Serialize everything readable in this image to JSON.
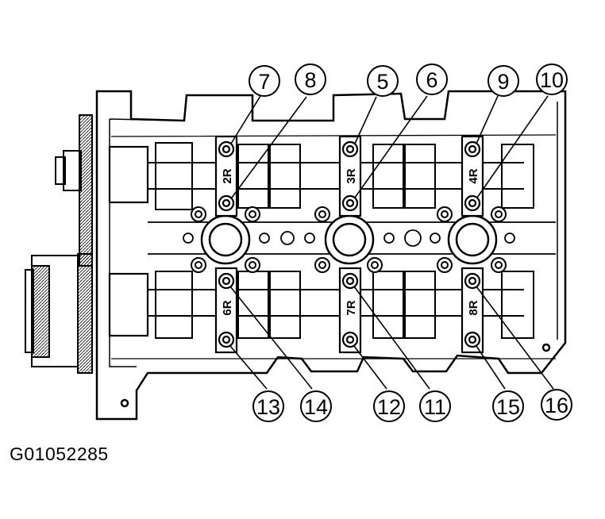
{
  "figure": {
    "id_label": "G01052285"
  },
  "callouts": [
    {
      "number": "7",
      "target": "bolt-7"
    },
    {
      "number": "8",
      "target": "bolt-8"
    },
    {
      "number": "5",
      "target": "bolt-5"
    },
    {
      "number": "6",
      "target": "bolt-6"
    },
    {
      "number": "9",
      "target": "bolt-9"
    },
    {
      "number": "10",
      "target": "bolt-10"
    },
    {
      "number": "13",
      "target": "bolt-13"
    },
    {
      "number": "14",
      "target": "bolt-14"
    },
    {
      "number": "12",
      "target": "bolt-12"
    },
    {
      "number": "11",
      "target": "bolt-11"
    },
    {
      "number": "15",
      "target": "bolt-15"
    },
    {
      "number": "16",
      "target": "bolt-16"
    }
  ],
  "bearing_caps": [
    {
      "label": "2R"
    },
    {
      "label": "3R"
    },
    {
      "label": "4R"
    },
    {
      "label": "6R"
    },
    {
      "label": "7R"
    },
    {
      "label": "8R"
    }
  ]
}
